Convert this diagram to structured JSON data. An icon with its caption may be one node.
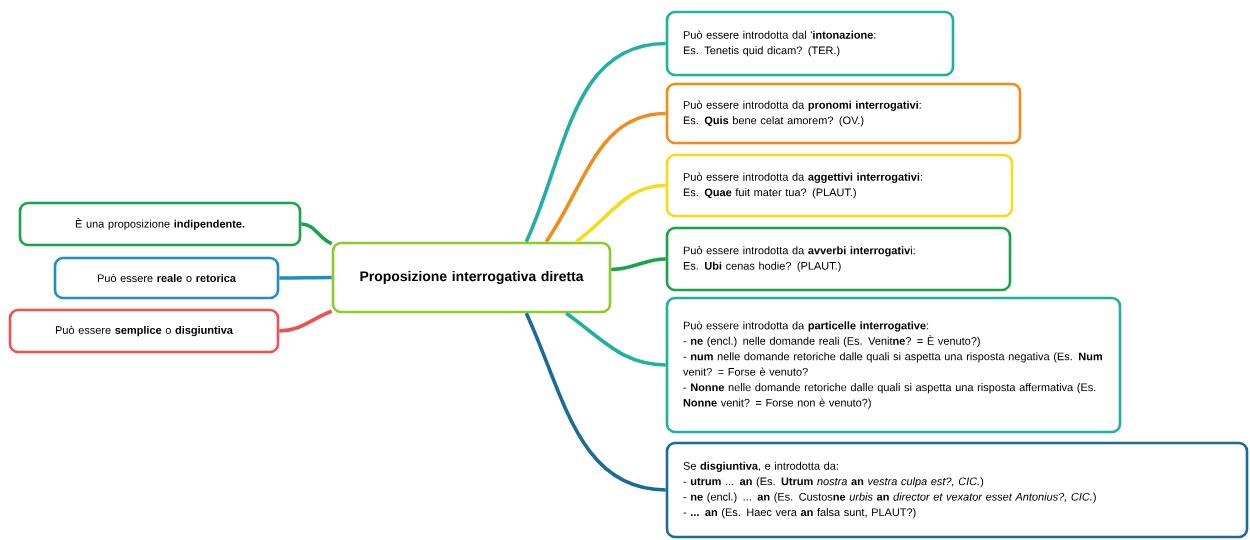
{
  "diagram": {
    "nodes": [
      {
        "text": [
          "Proposizione interrogativa diretta"
        ]
      },
      {
        "text": [
          "È una proposizione **indipendente.**"
        ]
      },
      {
        "text": [
          "Può essere **reale** o **retorica**"
        ]
      },
      {
        "text": [
          "Può essere **semplice** o **disgiuntiva**"
        ]
      },
      {
        "text": [
          "Può essere introdotta dal '**intonazione**:",
          "Es. Tenetis quid dicam? (TER.)"
        ]
      },
      {
        "text": [
          "Può essere introdotta da **pronomi interrogativi**:",
          "Es. **Quis** bene celat amorem? (OV.)"
        ]
      },
      {
        "text": [
          "Può essere introdotta da **aggettivi interrogativi**:",
          "Es. **Quae** fuit mater tua? (PLAUT.)"
        ]
      },
      {
        "text": [
          "Può essere introdotta da **avverbi interrogativ**i:",
          "Es. **Ubi** cenas hodie? (PLAUT.)"
        ]
      },
      {
        "text": [
          "Può essere introdotta da **particelle interrogative**:",
          "- **ne** (encl.) nelle domande reali (Es. Venit**ne**? = È venuto?)",
          "- **num** nelle domande retoriche dalle quali si aspetta una risposta negativa (Es. **Num** venit? = Forse è venuto?",
          "- **Nonne** nelle domande retoriche dalle quali si aspetta una risposta affermativa (Es. **Nonne** venit? = Forse non è venuto?)"
        ]
      },
      {
        "text": [
          "Se **disgiuntiva**, e introdotta da:",
          "- **utrum** ... **an** (Es. **Utrum** *nostra* **an** *vestra culpa est?, CIC.*)",
          "- **ne** (encl.) ... **an** (Es. Custos**ne** *urbis* **an** *director et vexator esset Antonius?, CIC.*)",
          "- **... an** (Es. Haec vera **an** falsa sunt, PLAUT?)"
        ]
      }
    ],
    "edges": [
      {
        "from": 0,
        "to": 1,
        "arrow": "none",
        "color": "#1aa34a"
      },
      {
        "from": 0,
        "to": 2,
        "arrow": "none",
        "color": "#1f8fc0"
      },
      {
        "from": 0,
        "to": 3,
        "arrow": "none",
        "color": "#f05050"
      },
      {
        "from": 0,
        "to": 4,
        "arrow": "none",
        "color": "#20b0a8"
      },
      {
        "from": 0,
        "to": 5,
        "arrow": "none",
        "color": "#f08c1a"
      },
      {
        "from": 0,
        "to": 6,
        "arrow": "none",
        "color": "#f5dc1a"
      },
      {
        "from": 0,
        "to": 7,
        "arrow": "none",
        "color": "#1aa34a"
      },
      {
        "from": 0,
        "to": 8,
        "arrow": "none",
        "color": "#20b0a0"
      },
      {
        "from": 0,
        "to": 9,
        "arrow": "none",
        "color": "#1a6a9a"
      }
    ]
  }
}
